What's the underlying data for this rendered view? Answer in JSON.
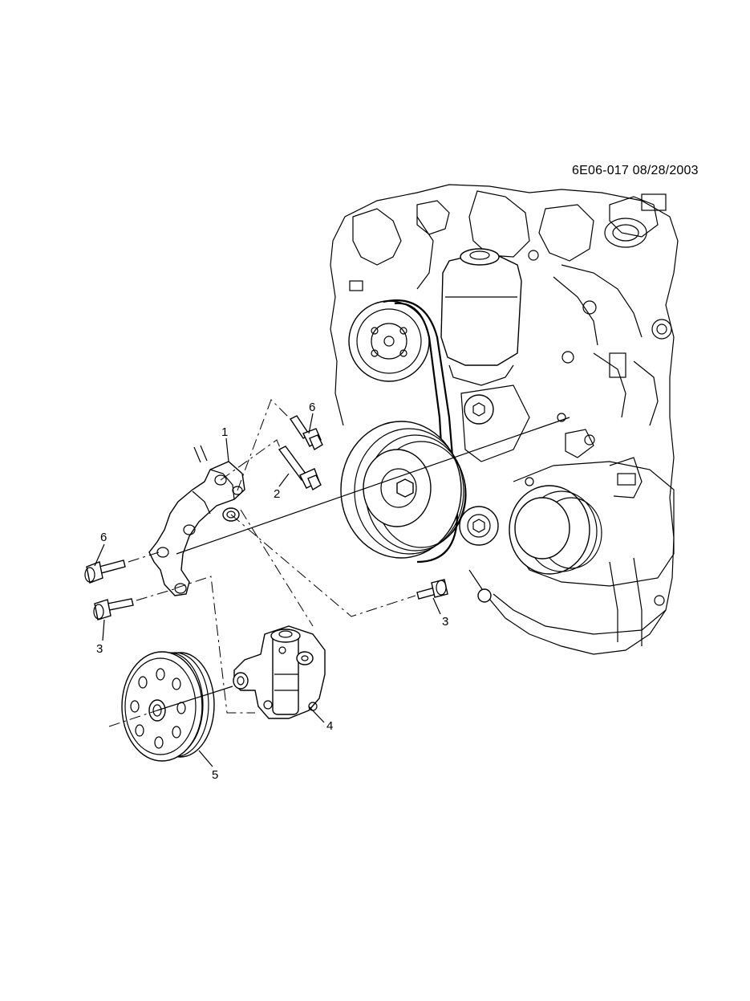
{
  "header": {
    "document_id": "6E06-017  08/28/2003"
  },
  "callouts": [
    {
      "id": "c1",
      "label": "1"
    },
    {
      "id": "c2",
      "label": "2"
    },
    {
      "id": "c3a",
      "label": "3"
    },
    {
      "id": "c3b",
      "label": "3"
    },
    {
      "id": "c4",
      "label": "4"
    },
    {
      "id": "c5",
      "label": "5"
    },
    {
      "id": "c6a",
      "label": "6"
    },
    {
      "id": "c6b",
      "label": "6"
    }
  ],
  "parts": [
    {
      "ref": "1",
      "icon": "bracket-icon"
    },
    {
      "ref": "2",
      "icon": "bolt-icon"
    },
    {
      "ref": "3",
      "icon": "bolt-icon"
    },
    {
      "ref": "4",
      "icon": "power-steering-pump-icon"
    },
    {
      "ref": "5",
      "icon": "pulley-icon"
    },
    {
      "ref": "6",
      "icon": "bolt-icon"
    }
  ]
}
